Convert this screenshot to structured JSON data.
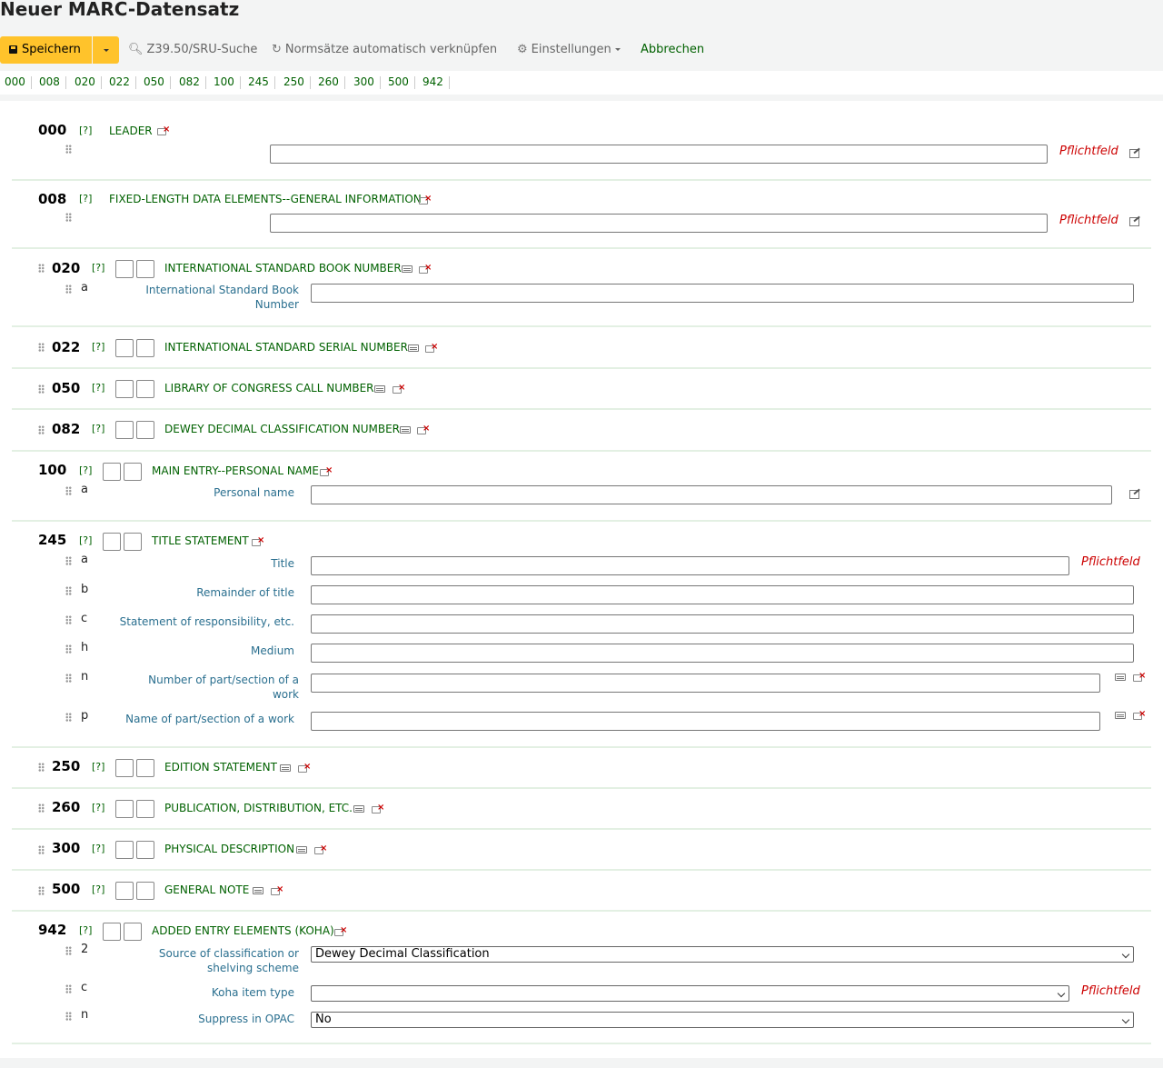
{
  "page": {
    "title": "Neuer MARC-Datensatz"
  },
  "toolbar": {
    "save_label": "Speichern",
    "z3950_label": "Z39.50/SRU-Suche",
    "link_auth_label": "Normsätze automatisch verknüpfen",
    "settings_label": "Einstellungen",
    "cancel_label": "Abbrechen"
  },
  "tabs": [
    "000",
    "008",
    "020",
    "022",
    "050",
    "082",
    "100",
    "245",
    "250",
    "260",
    "300",
    "500",
    "942"
  ],
  "help_label": "[?]",
  "mandatory_label": "Pflichtfeld",
  "fields": {
    "f000": {
      "tag": "000",
      "desc": "LEADER"
    },
    "f008": {
      "tag": "008",
      "desc": "FIXED-LENGTH DATA ELEMENTS--GENERAL INFORMATION"
    },
    "f020": {
      "tag": "020",
      "desc": "INTERNATIONAL STANDARD BOOK NUMBER",
      "sub_a_code": "a",
      "sub_a_label_1": "International Standard Book",
      "sub_a_label_2": "Number"
    },
    "f022": {
      "tag": "022",
      "desc": "INTERNATIONAL STANDARD SERIAL NUMBER"
    },
    "f050": {
      "tag": "050",
      "desc": "LIBRARY OF CONGRESS CALL NUMBER"
    },
    "f082": {
      "tag": "082",
      "desc": "DEWEY DECIMAL CLASSIFICATION NUMBER"
    },
    "f100": {
      "tag": "100",
      "desc": "MAIN ENTRY--PERSONAL NAME",
      "sub_a_code": "a",
      "sub_a_label": "Personal name"
    },
    "f245": {
      "tag": "245",
      "desc": "TITLE STATEMENT",
      "subs": {
        "a": {
          "code": "a",
          "label": "Title"
        },
        "b": {
          "code": "b",
          "label": "Remainder of title"
        },
        "c": {
          "code": "c",
          "label": "Statement of responsibility, etc."
        },
        "h": {
          "code": "h",
          "label": "Medium"
        },
        "n": {
          "code": "n",
          "label_1": "Number of part/section of a",
          "label_2": "work"
        },
        "p": {
          "code": "p",
          "label": "Name of part/section of a work"
        }
      }
    },
    "f250": {
      "tag": "250",
      "desc": "EDITION STATEMENT"
    },
    "f260": {
      "tag": "260",
      "desc": "PUBLICATION, DISTRIBUTION, ETC."
    },
    "f300": {
      "tag": "300",
      "desc": "PHYSICAL DESCRIPTION"
    },
    "f500": {
      "tag": "500",
      "desc": "GENERAL NOTE"
    },
    "f942": {
      "tag": "942",
      "desc": "ADDED ENTRY ELEMENTS (KOHA)",
      "subs": {
        "s2": {
          "code": "2",
          "label_1": "Source of classification or",
          "label_2": "shelving scheme",
          "value": "Dewey Decimal Classification"
        },
        "c": {
          "code": "c",
          "label": "Koha item type",
          "value": ""
        },
        "n": {
          "code": "n",
          "label": "Suppress in OPAC",
          "value": "No"
        }
      }
    }
  },
  "colors": {
    "save_button": "#ffc32b",
    "link_green": "#006100",
    "label_blue": "#2a6f8f",
    "mandatory_red": "#cc0000"
  }
}
